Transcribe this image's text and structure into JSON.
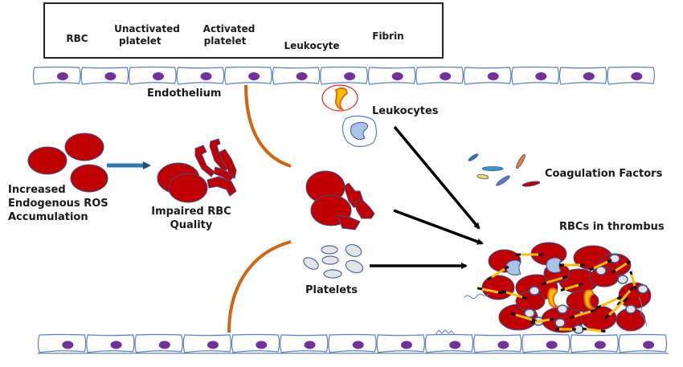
{
  "legend": {
    "items": [
      {
        "label_line1": "RBC",
        "label_line2": "",
        "icon": "rbc-icon"
      },
      {
        "label_line1": "Unactivated",
        "label_line2": "platelet",
        "icon": "unactivated-platelet-icon"
      },
      {
        "label_line1": "Activated",
        "label_line2": "platelet",
        "icon": "activated-platelet-icon"
      },
      {
        "label_line1": "",
        "label_line2": "Leukocyte",
        "icon": "leukocyte-icon"
      },
      {
        "label_line1": "Fibrin",
        "label_line2": "",
        "icon": "fibrin-icon"
      }
    ]
  },
  "labels": {
    "endothelium": "Endothelium",
    "leukocytes": "Leukocytes",
    "coagulation_factors": "Coagulation Factors",
    "rbcs_in_thrombus": "RBCs in thrombus",
    "platelets": "Platelets",
    "ros_line1": "Increased",
    "ros_line2": "Endogenous ROS",
    "ros_line3": "Accumulation",
    "impaired_line1": "Impaired RBC",
    "impaired_line2": "Quality"
  },
  "colors": {
    "rbc": "#c00000",
    "rbc_outline": "#3a4f8f",
    "endothelium_outline": "#5b7fc4",
    "nucleus": "#7030a0",
    "platelet_fill": "#e4e4e4",
    "platelet_outline": "#4b6aa6",
    "leukocyte_fill": "#a9c3e8",
    "vessel_curve": "#d0640f",
    "fibrin_yellow": "#ffc000",
    "fibrin_black": "#111111",
    "arrow_blue": "#2e75b6",
    "arrow_black": "#000000"
  },
  "endothelium": {
    "top_cell_count": 13,
    "bottom_cell_count": 13
  }
}
